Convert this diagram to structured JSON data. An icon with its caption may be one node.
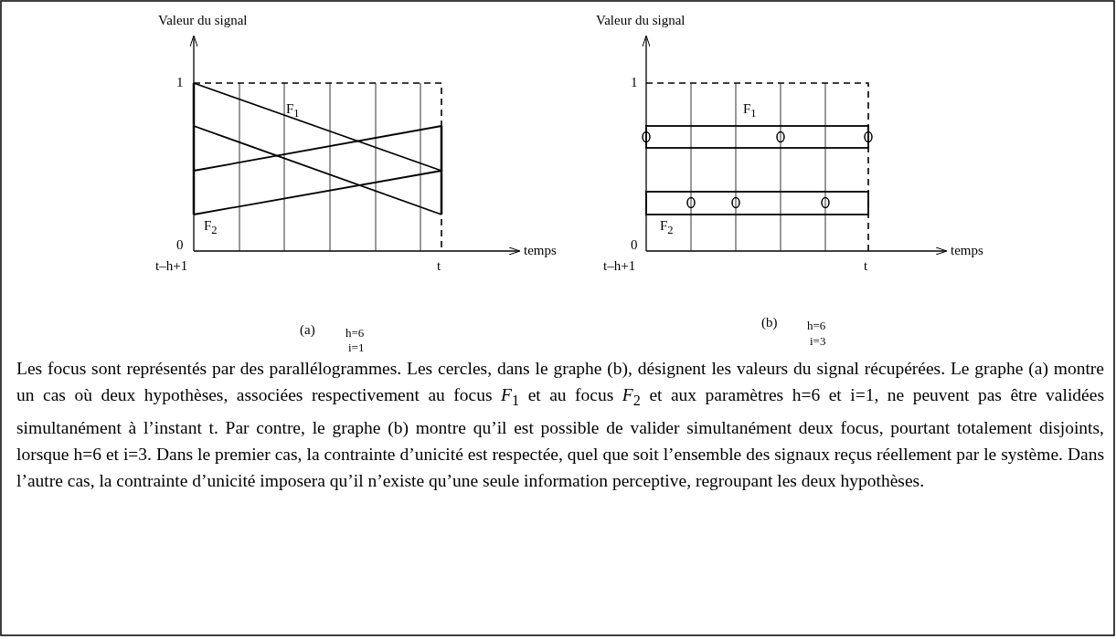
{
  "diagram": {
    "caption": "Les focus sont représentés par des parallélogrammes. Les cercles, dans le graphe (b), désignent les valeurs du signal récupérées. Le graphe (a) montre un cas où deux hypothèses, associées respectivement au focus *F*$_{1}$ et au focus *F*$_{2}$ et aux paramètres h=6 et i=1, ne peuvent pas être validées simultanément à l’instant t. Par contre, le graphe (b) montre qu’il est possible de valider simultanément deux focus, pourtant totalement disjoints, lorsque h=6 et i=3. Dans le premier cas, la contrainte d’unicité est respectée, quel que soit l’ensemble des signaux reçus réellement par le système. Dans l’autre cas, la contrainte d’unicité imposera qu’il n’existe qu’une seule information perceptive, regroupant les deux hypothèses.",
    "labels": [
      "Valeur du signal",
      "Valeur du signal",
      "1",
      "F$_{1}$",
      "1",
      "F$_{1}$",
      "F$_{2}$",
      "0",
      "temps",
      "F$_{2}$",
      "0",
      "temps",
      "t–h+1",
      "t",
      "t–h+1",
      "t",
      "(a)",
      "h=6",
      "i=1",
      "(b)",
      "h=6",
      "i=3"
    ]
  }
}
